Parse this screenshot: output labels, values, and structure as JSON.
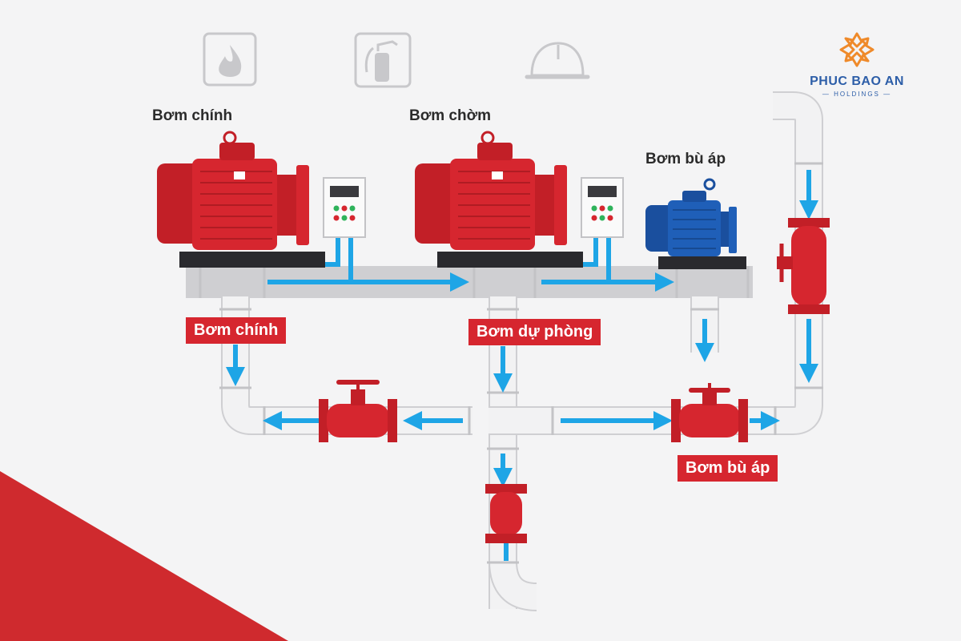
{
  "labels": {
    "main_pump_top": "Bơm chính",
    "jockey_pump_top": "Bơm chờm",
    "booster_pump_top": "Bơm bù áp",
    "main_pump_tag": "Bơm chính",
    "standby_pump_tag": "Bơm dự phòng",
    "booster_pump_tag": "Bơm bù áp"
  },
  "logo": {
    "brand": "PHUC BAO AN",
    "sub": "— HOLDINGS —"
  },
  "icons": [
    "fire-icon",
    "fire-extinguisher-icon",
    "safety-helmet-icon"
  ],
  "colors": {
    "pump_red": "#d6262f",
    "pump_blue": "#1f5fb8",
    "flow_arrow": "#1ea5e6",
    "pipe": "#e8e8ea",
    "brand_blue": "#2d5ea8",
    "brand_orange": "#ef8a2a"
  }
}
